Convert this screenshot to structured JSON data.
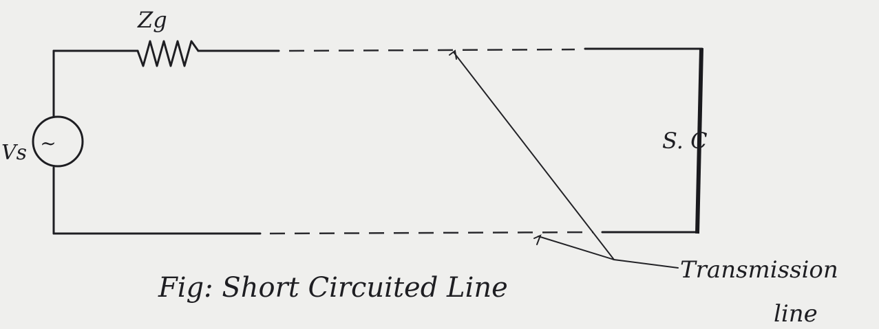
{
  "labels": {
    "source_impedance": "Zg",
    "source_voltage": "Vs",
    "source_symbol": "~",
    "short_circuit": "S. C",
    "caption": "Fig: Short Circuited Line",
    "pointer_line1": "Transmission",
    "pointer_line2": "line"
  },
  "colors": {
    "ink": "#1e1e22",
    "paper": "#efefed"
  }
}
